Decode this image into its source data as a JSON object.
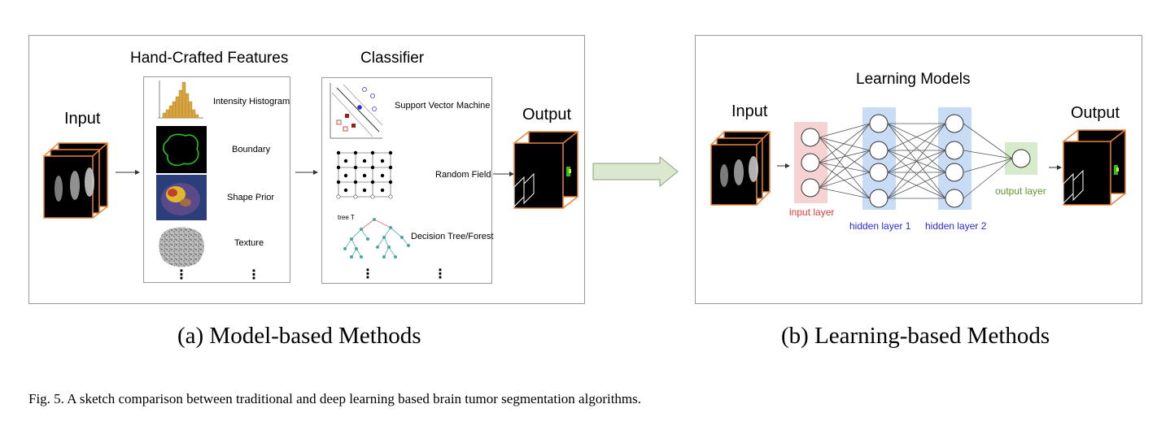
{
  "panel_a": {
    "input_label": "Input",
    "features_title": "Hand-Crafted Features",
    "classifier_title": "Classifier",
    "output_label": "Output",
    "features": [
      {
        "label": "Intensity Histogram",
        "icon": "histogram-icon"
      },
      {
        "label": "Boundary",
        "icon": "boundary-icon"
      },
      {
        "label": "Shape Prior",
        "icon": "shape-prior-icon"
      },
      {
        "label": "Texture",
        "icon": "texture-icon"
      }
    ],
    "classifiers": [
      {
        "label": "Support Vector Machine",
        "icon": "svm-icon"
      },
      {
        "label": "Random Field",
        "icon": "random-field-icon"
      },
      {
        "label": "Decision Tree/Forest",
        "icon": "decision-tree-icon"
      }
    ],
    "tree_label": "tree T",
    "ellipsis": "⋮"
  },
  "panel_b": {
    "input_label": "Input",
    "title": "Learning Models",
    "output_label": "Output",
    "layers": [
      {
        "label": "input layer",
        "color": "#e63a3a",
        "fill": "#f6d2d2"
      },
      {
        "label": "hidden layer 1",
        "color": "#2b2bd6",
        "fill": "#c9dcf6"
      },
      {
        "label": "hidden layer 2",
        "color": "#2b2bd6",
        "fill": "#c9dcf6"
      },
      {
        "label": "output layer",
        "color": "#5a9a2e",
        "fill": "#d6ebc9"
      }
    ]
  },
  "captions": {
    "a": "(a) Model-based Methods",
    "b": "(b) Learning-based Methods",
    "figure": "Fig. 5.  A sketch comparison between traditional and deep learning based brain tumor segmentation algorithms."
  },
  "colors": {
    "frame_orange": "#e8843a",
    "panel_border": "#9a9a9a",
    "big_arrow_fill": "#dbe7cf",
    "big_arrow_stroke": "#8aa27a"
  }
}
